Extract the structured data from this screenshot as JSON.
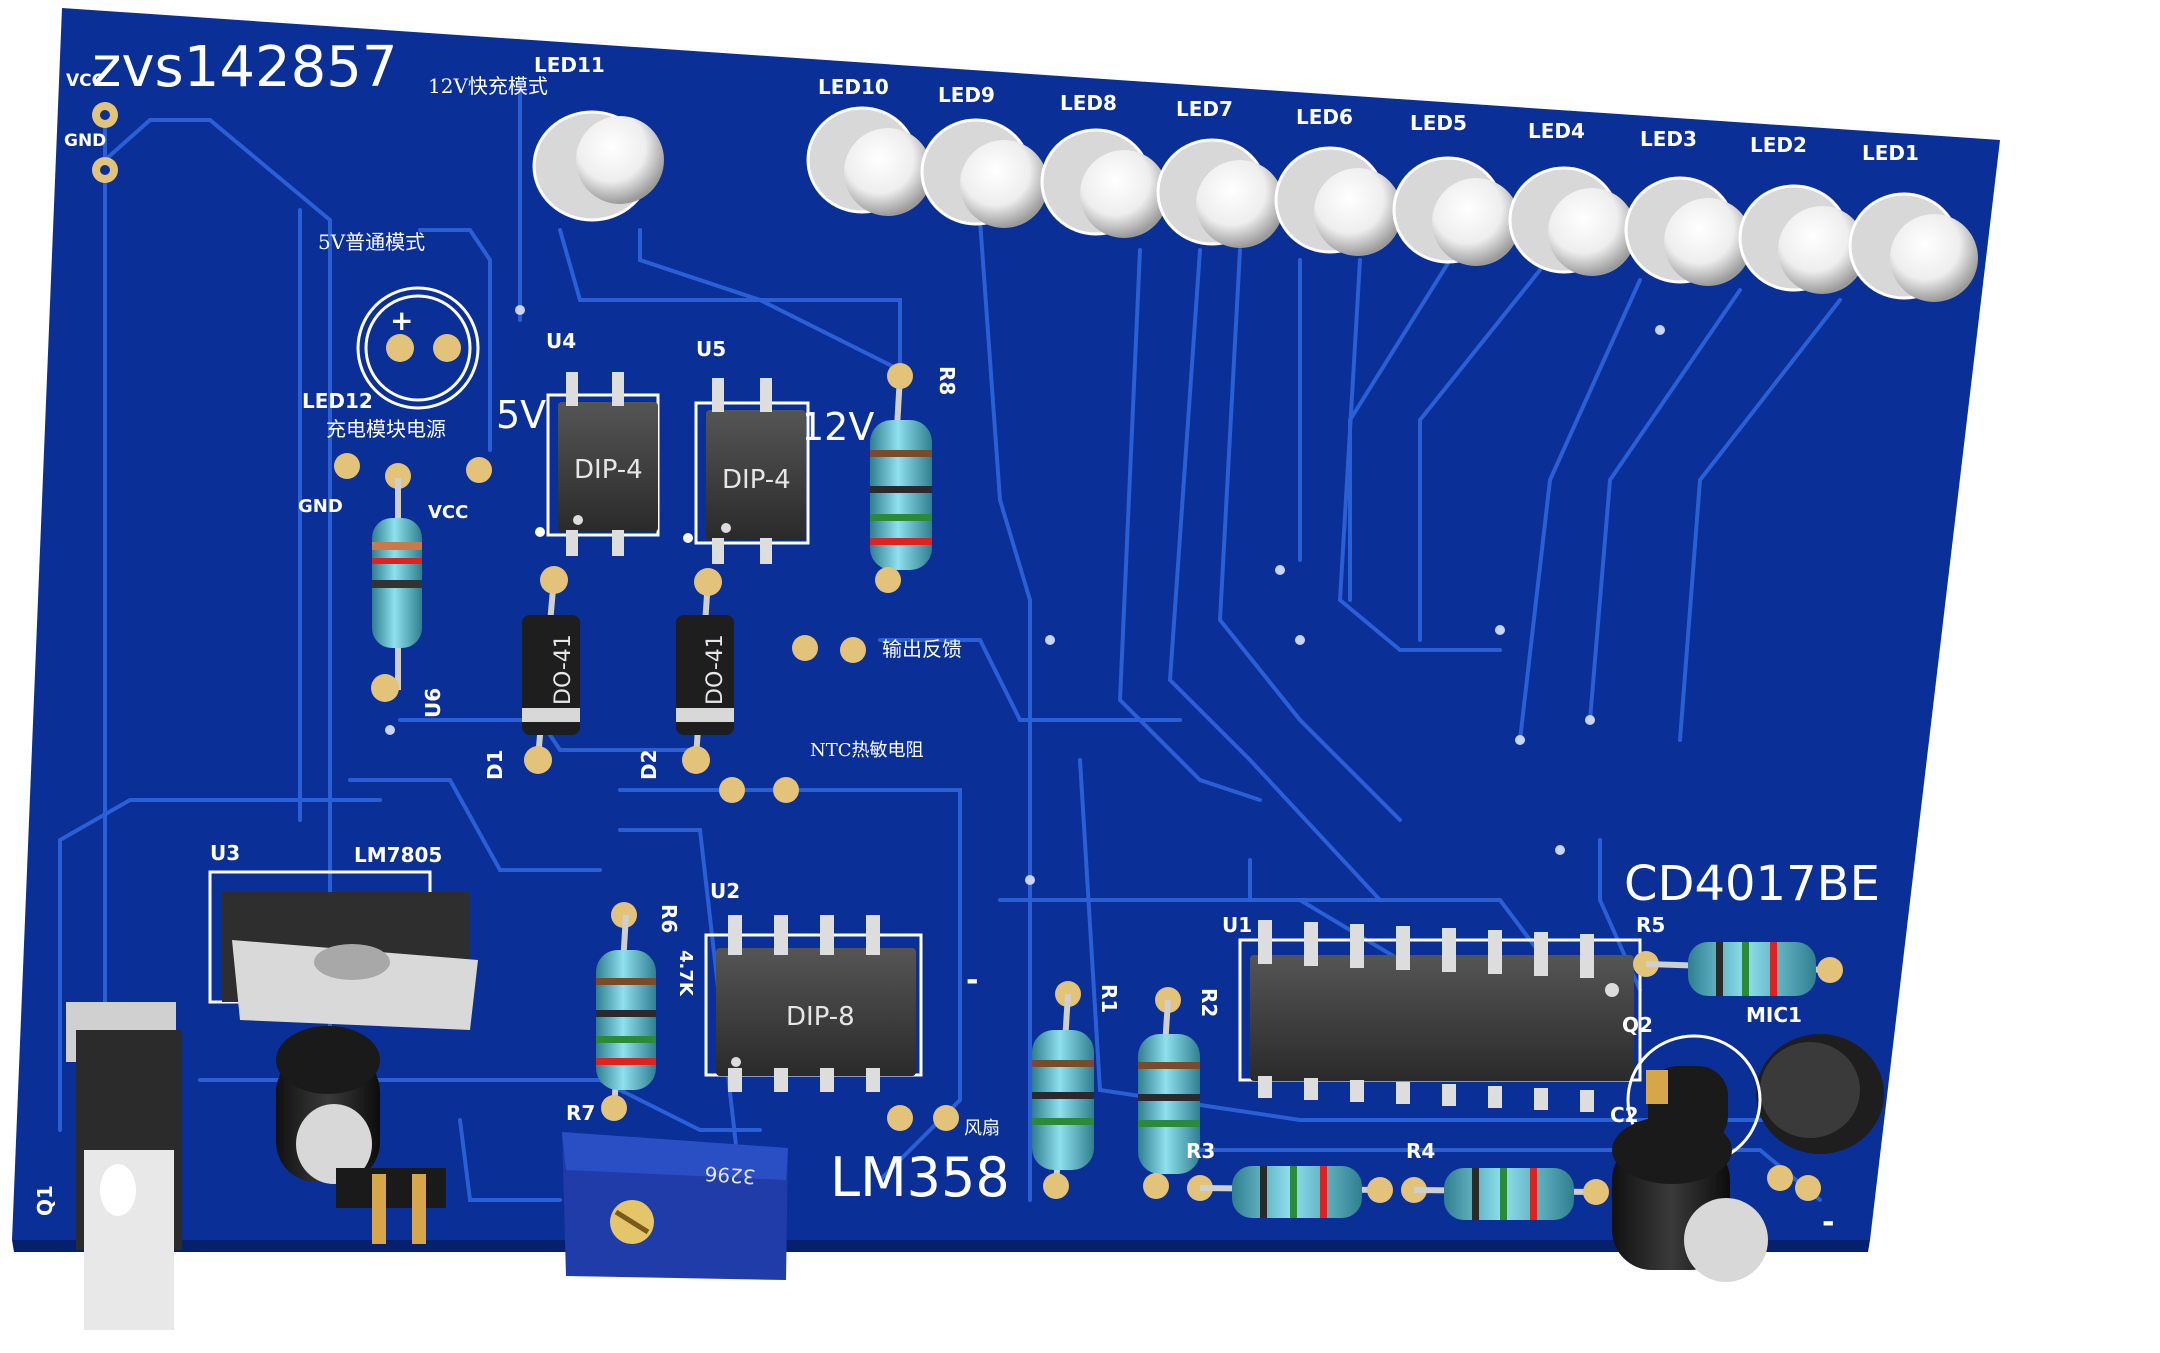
{
  "board": {
    "author": "zvs142857",
    "colors": {
      "board": "#0a2f96",
      "trace": "#2a5fd6",
      "pad": "#e3c27a",
      "silk": "#ffffff",
      "chip": "#3b3b3b",
      "led": "#f2f2f2",
      "resistor_body": "#5fb8c8"
    }
  },
  "notes": {
    "fast_charge_12v": "12V快充模式",
    "normal_5v": "5V普通模式",
    "charge_module_power": "充电模块电源",
    "output_feedback": "输出反馈",
    "ntc_thermistor": "NTC热敏电阻",
    "fan": "风扇",
    "label_5v": "5V",
    "label_12v": "12V",
    "lm358": "LM358",
    "cd4017be": "CD4017BE",
    "minus1": "-",
    "minus2": "-"
  },
  "connectors": {
    "vcc_top": "VCC",
    "gnd_top": "GND",
    "gnd_mid": "GND",
    "vcc_mid": "VCC"
  },
  "leds": [
    {
      "ref": "LED11"
    },
    {
      "ref": "LED10"
    },
    {
      "ref": "LED9"
    },
    {
      "ref": "LED8"
    },
    {
      "ref": "LED7"
    },
    {
      "ref": "LED6"
    },
    {
      "ref": "LED5"
    },
    {
      "ref": "LED4"
    },
    {
      "ref": "LED3"
    },
    {
      "ref": "LED2"
    },
    {
      "ref": "LED1"
    },
    {
      "ref": "LED12",
      "plus": "+"
    }
  ],
  "chips": {
    "u4": {
      "ref": "U4",
      "package": "DIP-4"
    },
    "u5": {
      "ref": "U5",
      "package": "DIP-4"
    },
    "u2": {
      "ref": "U2",
      "package": "DIP-8",
      "value": "4.7K"
    },
    "u1": {
      "ref": "U1"
    },
    "u3": {
      "ref": "U3",
      "value": "LM7805"
    },
    "pot_code": "3296"
  },
  "diodes": {
    "d1": {
      "ref": "D1",
      "package": "DO-41"
    },
    "d2": {
      "ref": "D2",
      "package": "DO-41"
    }
  },
  "resistors": {
    "r1": "R1",
    "r2": "R2",
    "r3": "R3",
    "r4": "R4",
    "r5": "R5",
    "r6": "R6",
    "r7": "R7",
    "r8": "R8",
    "u6": "U6"
  },
  "others": {
    "q1": "Q1",
    "q2": "Q2",
    "c2": "C2",
    "mic1": "MIC1"
  }
}
